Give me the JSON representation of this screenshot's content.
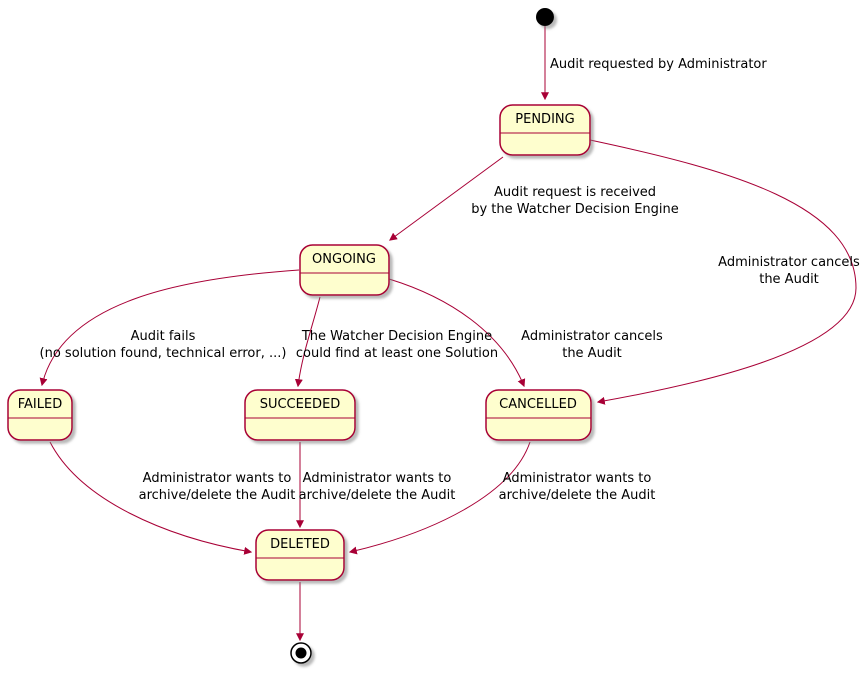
{
  "diagram": {
    "type": "state-machine",
    "subject": "Audit lifecycle",
    "colors": {
      "state_fill": "#FEFECE",
      "state_border": "#A80036",
      "arrow": "#A80036",
      "text": "#000000",
      "background": "#FFFFFF"
    },
    "states": {
      "pending": {
        "label": "PENDING"
      },
      "ongoing": {
        "label": "ONGOING"
      },
      "failed": {
        "label": "FAILED"
      },
      "succeeded": {
        "label": "SUCCEEDED"
      },
      "cancelled": {
        "label": "CANCELLED"
      },
      "deleted": {
        "label": "DELETED"
      }
    },
    "transitions": {
      "initial_to_pending": {
        "line1": "Audit requested by Administrator"
      },
      "pending_to_ongoing": {
        "line1": "Audit request is received",
        "line2": "by the Watcher Decision Engine"
      },
      "pending_to_cancelled": {
        "line1": "Administrator cancels",
        "line2": "the Audit"
      },
      "ongoing_to_failed": {
        "line1": "Audit fails",
        "line2": "(no solution found, technical error, ...)"
      },
      "ongoing_to_succeeded": {
        "line1": "The Watcher Decision Engine",
        "line2": "could find at least one Solution"
      },
      "ongoing_to_cancelled": {
        "line1": "Administrator cancels",
        "line2": "the Audit"
      },
      "failed_to_deleted": {
        "line1": "Administrator wants to",
        "line2": "archive/delete the Audit"
      },
      "succeeded_to_deleted": {
        "line1": "Administrator wants to",
        "line2": "archive/delete the Audit"
      },
      "cancelled_to_deleted": {
        "line1": "Administrator wants to",
        "line2": "archive/delete the Audit"
      }
    }
  }
}
